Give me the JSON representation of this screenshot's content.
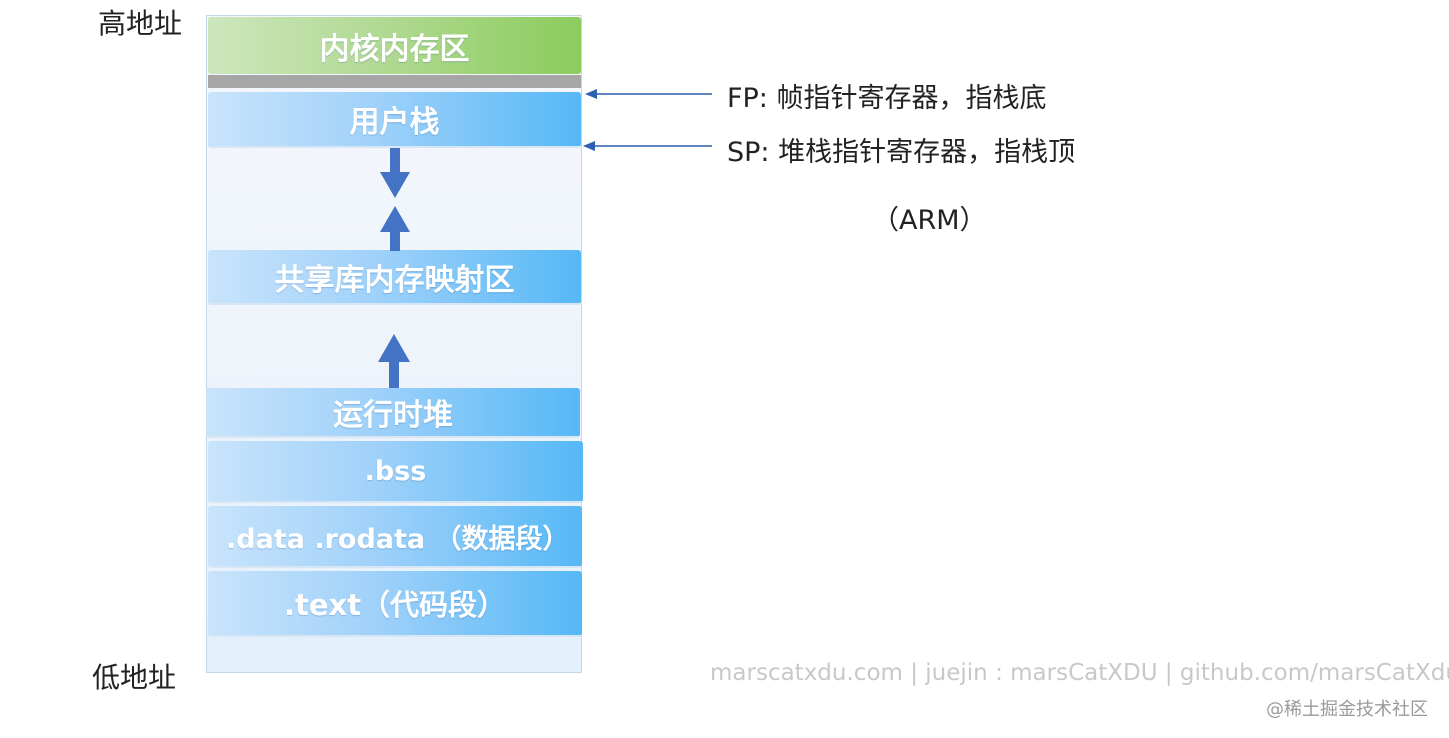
{
  "labels": {
    "high_address": "高地址",
    "low_address": "低地址"
  },
  "segments": {
    "kernel": "内核内存区",
    "user_stack": "用户栈",
    "shared_lib": "共享库内存映射区",
    "heap": "运行时堆",
    "bss": ".bss",
    "data": ".data .rodata （数据段）",
    "text": ".text（代码段）"
  },
  "annotations": {
    "fp": "FP:   帧指针寄存器，指栈底",
    "sp": "SP:   堆栈指针寄存器，指栈顶",
    "arch": "（ARM）"
  },
  "footer": {
    "watermark": "marscatxdu.com | juejin : marsCatXDU | github.com/marsCatXdu",
    "brand": "@稀土掘金技术社区"
  },
  "colors": {
    "arrow_blue": "#4472c4",
    "pointer_blue": "#2e5fb0",
    "segment_blue": "#56b8f6",
    "kernel_green": "#8ccc5c",
    "divider_gray": "#a6a6a6"
  }
}
